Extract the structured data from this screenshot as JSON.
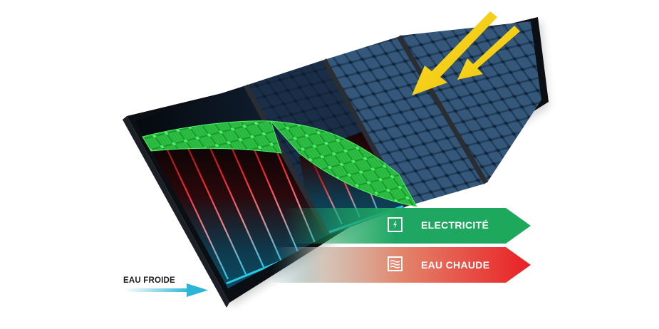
{
  "diagram": {
    "subject": "hybrid solar panel (PVT)",
    "panels": [
      {
        "id": 1,
        "type": "thermal + pv overlay",
        "pipes": "red to cyan"
      },
      {
        "id": 2,
        "type": "thermal + pv overlay",
        "pipes": "red to cyan"
      },
      {
        "id": 3,
        "type": "photovoltaic"
      },
      {
        "id": 4,
        "type": "photovoltaic"
      }
    ],
    "sun_arrows": 2
  },
  "labels": {
    "electricity": {
      "text": "ELECTRICITÉ",
      "icon": "lightning-icon",
      "color": "#1fa663"
    },
    "hot_water": {
      "text": "EAU CHAUDE",
      "icon": "waves-icon",
      "color": "#e52a2a"
    },
    "cold_water": {
      "text": "EAU FROIDE",
      "arrow_color": "#2bb6d8"
    }
  },
  "colors": {
    "panel_frame": "#0b0e12",
    "pv_cell": "#2a4866",
    "pv_overlay": "#1fbb3a",
    "sun": "#f3cc14",
    "pipe_hot": "#e8262b",
    "pipe_cold": "#20c4de"
  }
}
